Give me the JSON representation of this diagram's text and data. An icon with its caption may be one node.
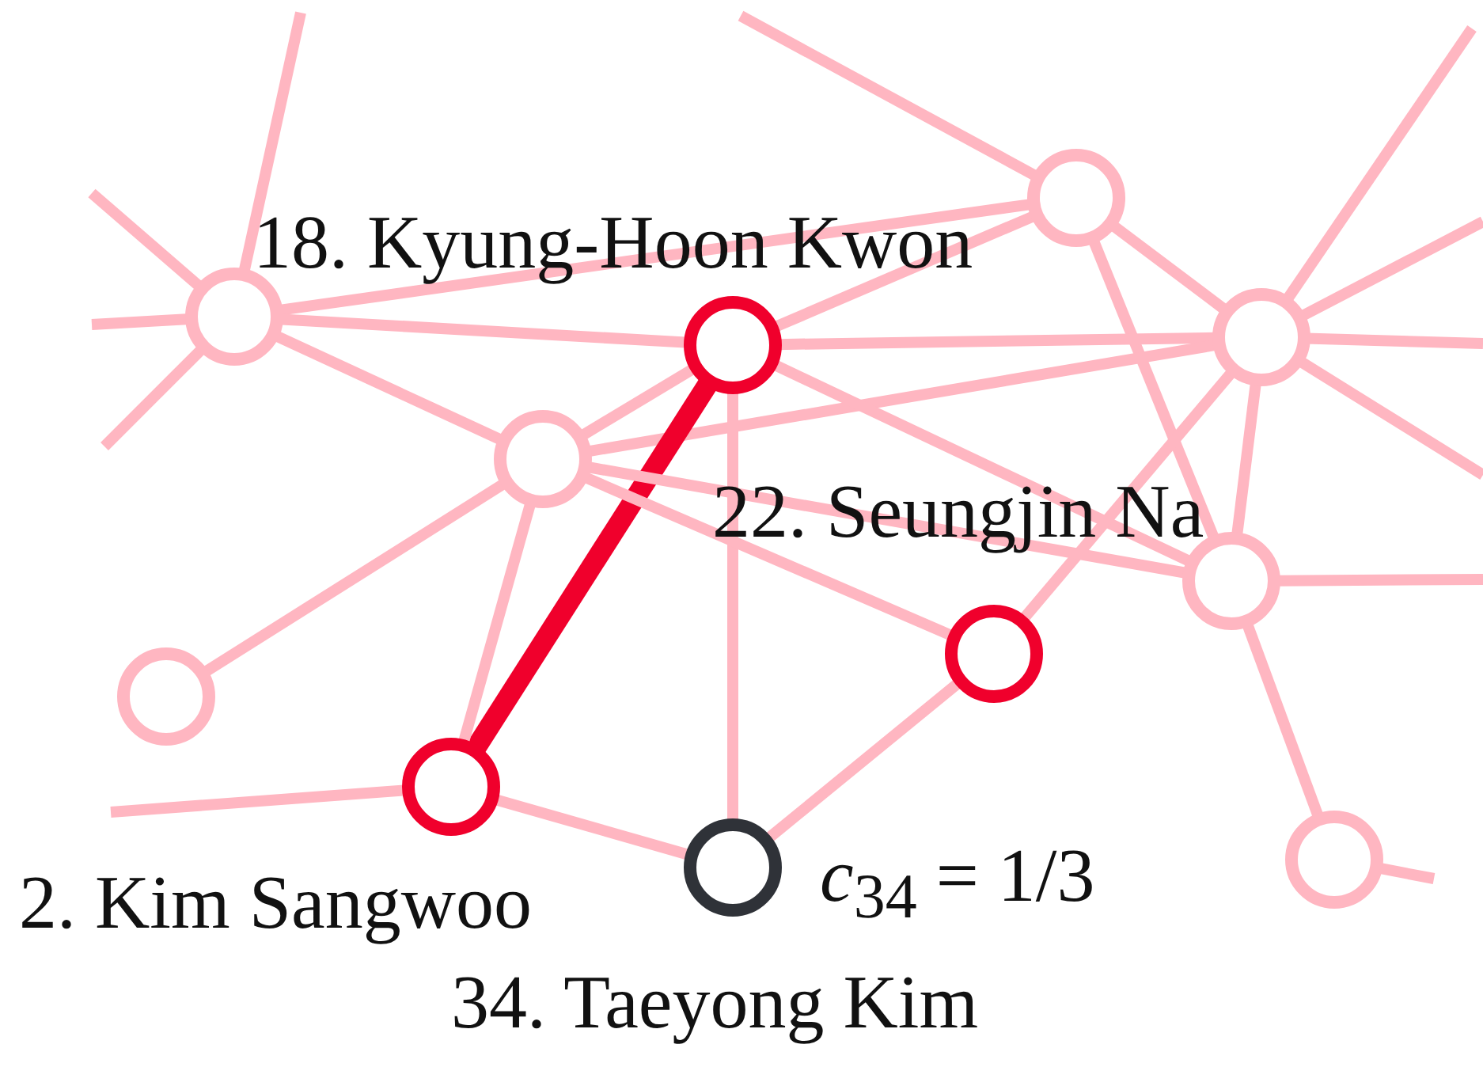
{
  "diagram": {
    "nodes": [
      {
        "text": [],
        "shape": "circle"
      },
      {
        "text": [],
        "shape": "circle"
      },
      {
        "text": [],
        "shape": "circle"
      },
      {
        "text": [
          "18. Kyung-Hoon Kwon"
        ]
      },
      {
        "text": [],
        "shape": "circle"
      },
      {
        "text": [],
        "shape": "circle"
      },
      {
        "text": [
          "22. Seungjin Na"
        ]
      },
      {
        "text": [],
        "shape": "circle"
      },
      {
        "text": [
          "2. Kim Sangwoo"
        ]
      },
      {
        "text": [],
        "shape": "circle"
      },
      {
        "text": [
          "34. Taeyong Kim"
        ],
        "beside": [
          "*c*$_{34}$ = 1/3"
        ]
      }
    ],
    "edges": [
      {
        "from": 0,
        "to": null,
        "arrow": "none"
      },
      {
        "from": 1,
        "to": null,
        "arrow": "none"
      },
      {
        "from": 1,
        "to": null,
        "arrow": "none"
      },
      {
        "from": 1,
        "to": null,
        "arrow": "none"
      },
      {
        "from": 1,
        "to": null,
        "arrow": "none"
      },
      {
        "from": 1,
        "to": 0,
        "arrow": "none"
      },
      {
        "from": 1,
        "to": 3,
        "arrow": "none"
      },
      {
        "from": 1,
        "to": 4,
        "arrow": "none"
      },
      {
        "from": 0,
        "to": 3,
        "arrow": "none"
      },
      {
        "from": 0,
        "to": 2,
        "arrow": "none"
      },
      {
        "from": 0,
        "to": 5,
        "arrow": "none"
      },
      {
        "from": 2,
        "to": null,
        "arrow": "none"
      },
      {
        "from": 2,
        "to": null,
        "arrow": "none"
      },
      {
        "from": 2,
        "to": null,
        "arrow": "none"
      },
      {
        "from": 2,
        "to": null,
        "arrow": "none"
      },
      {
        "from": 3,
        "to": 2,
        "arrow": "none"
      },
      {
        "from": 4,
        "to": 2,
        "arrow": "none"
      },
      {
        "from": 3,
        "to": 5,
        "arrow": "none"
      },
      {
        "from": 3,
        "to": 4,
        "arrow": "none"
      },
      {
        "from": 3,
        "to": 10,
        "arrow": "none"
      },
      {
        "from": 3,
        "to": 8,
        "arrow": "none",
        "style": "thick",
        "color": "#f0002c"
      },
      {
        "from": 2,
        "to": 5,
        "arrow": "none"
      },
      {
        "from": 2,
        "to": 6,
        "arrow": "none"
      },
      {
        "from": 4,
        "to": 5,
        "arrow": "none"
      },
      {
        "from": 4,
        "to": 6,
        "arrow": "none"
      },
      {
        "from": 4,
        "to": 7,
        "arrow": "none"
      },
      {
        "from": 4,
        "to": 8,
        "arrow": "none"
      },
      {
        "from": 5,
        "to": null,
        "arrow": "none"
      },
      {
        "from": 5,
        "to": 9,
        "arrow": "none"
      },
      {
        "from": 9,
        "to": null,
        "arrow": "none"
      },
      {
        "from": 8,
        "to": null,
        "arrow": "none"
      },
      {
        "from": 8,
        "to": 10,
        "arrow": "none"
      },
      {
        "from": 10,
        "to": 6,
        "arrow": "none"
      }
    ]
  }
}
